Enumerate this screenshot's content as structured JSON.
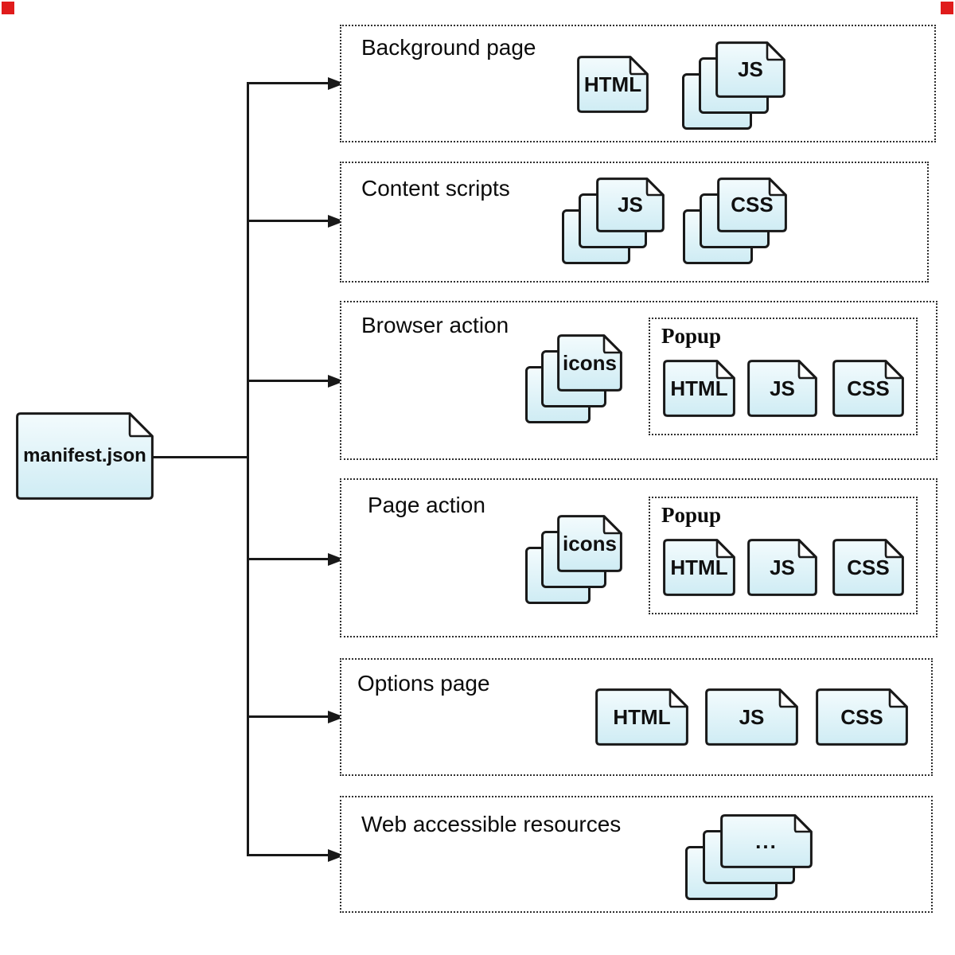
{
  "manifest": {
    "label": "manifest.json"
  },
  "sections": [
    {
      "label": "Background page",
      "docs": [
        {
          "kind": "single",
          "label": "HTML"
        },
        {
          "kind": "stack",
          "label": "JS"
        }
      ]
    },
    {
      "label": "Content scripts",
      "docs": [
        {
          "kind": "stack",
          "label": "JS"
        },
        {
          "kind": "stack",
          "label": "CSS"
        }
      ]
    },
    {
      "label": "Browser action",
      "docs": [
        {
          "kind": "stack",
          "label": "icons"
        }
      ],
      "popup": {
        "label": "Popup",
        "docs": [
          {
            "kind": "single",
            "label": "HTML"
          },
          {
            "kind": "single",
            "label": "JS"
          },
          {
            "kind": "single",
            "label": "CSS"
          }
        ]
      }
    },
    {
      "label": "Page action",
      "docs": [
        {
          "kind": "stack",
          "label": "icons"
        }
      ],
      "popup": {
        "label": "Popup",
        "docs": [
          {
            "kind": "single",
            "label": "HTML"
          },
          {
            "kind": "single",
            "label": "JS"
          },
          {
            "kind": "single",
            "label": "CSS"
          }
        ]
      }
    },
    {
      "label": "Options page",
      "docs": [
        {
          "kind": "single",
          "label": "HTML"
        },
        {
          "kind": "single",
          "label": "JS"
        },
        {
          "kind": "single",
          "label": "CSS"
        }
      ]
    },
    {
      "label": "Web accessible resources",
      "docs": [
        {
          "kind": "stack",
          "label": "..."
        }
      ]
    }
  ],
  "colors": {
    "line": "#191919",
    "box_border": "#2f2f2f",
    "doc_fill_top": "#f3fbfd",
    "doc_fill_bottom": "#cfecf4",
    "fold_fill": "#ffffff",
    "marker_red": "#e01b1b"
  }
}
